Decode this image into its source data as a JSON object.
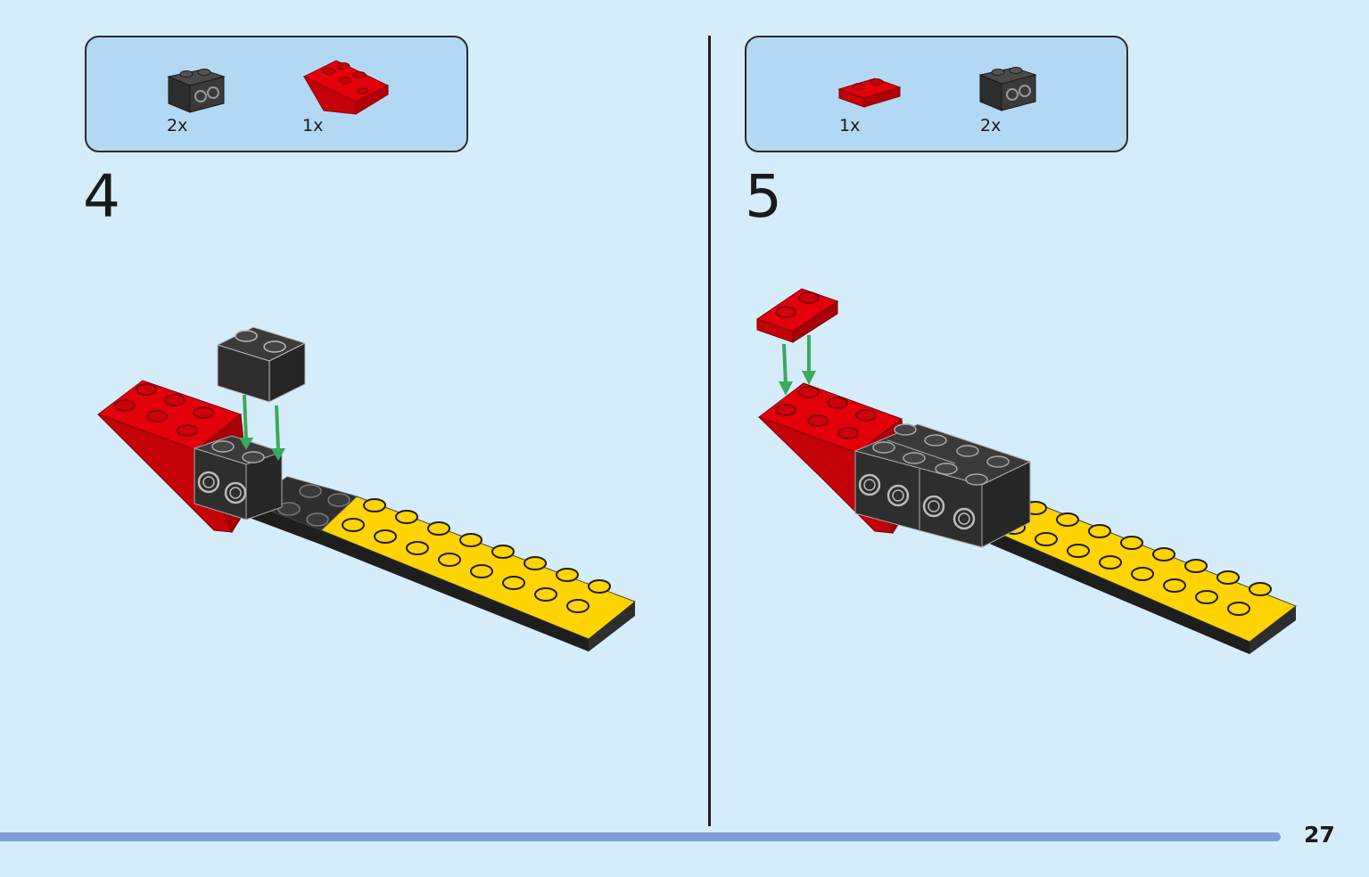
{
  "steps": [
    {
      "number": "4",
      "parts": [
        {
          "icon": "black-brick-1x2-studs-on-side",
          "qty": "2x",
          "color": "#2e2e2e"
        },
        {
          "icon": "red-inverted-slope-2x2",
          "qty": "1x",
          "color": "#e3000b"
        }
      ]
    },
    {
      "number": "5",
      "parts": [
        {
          "icon": "red-plate-1x2",
          "qty": "1x",
          "color": "#e3000b"
        },
        {
          "icon": "black-brick-1x2-studs-on-side",
          "qty": "2x",
          "color": "#2e2e2e"
        }
      ]
    }
  ],
  "page": {
    "number": "27"
  },
  "colors": {
    "background": "#d5ecfb",
    "parts_box": "#b3d8f3",
    "black_brick": "#2e2e2e",
    "red_brick": "#e3000b",
    "yellow_plate": "#ffd400",
    "arrow": "#3aaa5c",
    "progress_bar": "#7e9fd6"
  }
}
